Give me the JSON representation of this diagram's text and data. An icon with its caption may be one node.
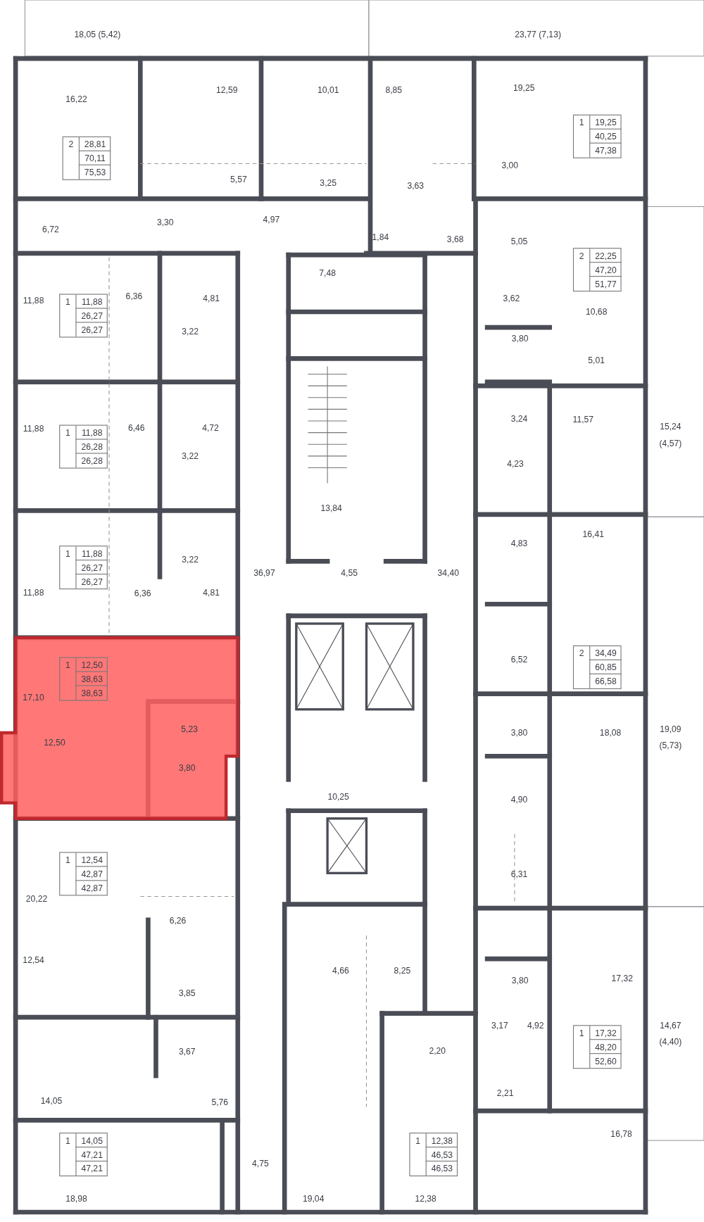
{
  "diagram": {
    "nodes": [
      {
        "text": [
          "2",
          "28,81",
          "70,11",
          "75,53"
        ]
      },
      {
        "text": [
          "1",
          "19,25",
          "40,25",
          "47,38"
        ]
      },
      {
        "text": [
          "2",
          "22,25",
          "47,20",
          "51,77"
        ]
      },
      {
        "text": [
          "1",
          "11,88",
          "26,27",
          "26,27"
        ]
      },
      {
        "text": [
          "1",
          "11,88",
          "26,28",
          "26,28"
        ]
      },
      {
        "text": [
          "1",
          "11,88",
          "26,27",
          "26,27"
        ]
      },
      {
        "text": [
          "2",
          "34,49",
          "60,85",
          "66,58"
        ]
      },
      {
        "text": [
          "1",
          "12,50",
          "38,63",
          "38,63"
        ]
      },
      {
        "text": [
          "1",
          "12,54",
          "42,87",
          "42,87"
        ]
      },
      {
        "text": [
          "1",
          "17,32",
          "48,20",
          "52,60"
        ]
      },
      {
        "text": [
          "1",
          "14,05",
          "47,21",
          "47,21"
        ]
      },
      {
        "text": [
          "1",
          "12,38",
          "46,53",
          "46,53"
        ]
      }
    ],
    "labels": [
      "18,05 (5,42)",
      "23,77 (7,13)",
      "16,22",
      "12,59",
      "10,01",
      "8,85",
      "19,25",
      "5,57",
      "3,25",
      "3,63",
      "3,00",
      "6,72",
      "3,30",
      "4,97",
      "1,84",
      "3,68",
      "5,05",
      "7,48",
      "11,88",
      "6,36",
      "4,81",
      "3,62",
      "10,68",
      "3,22",
      "3,80",
      "5,01",
      "3,24",
      "11,57",
      "11,88",
      "6,46",
      "4,72",
      "15,24 (4,57)",
      "3,22",
      "4,23",
      "13,84",
      "16,41",
      "3,22",
      "4,83",
      "36,97",
      "4,55",
      "34,40",
      "11,88",
      "6,36",
      "4,81",
      "6,52",
      "17,10",
      "5,23",
      "3,80",
      "18,08",
      "19,09 (5,73)",
      "12,50",
      "3,80",
      "10,25",
      "4,90",
      "6,31",
      "20,22",
      "6,26",
      "12,54",
      "4,66",
      "8,25",
      "3,85",
      "3,80",
      "17,32",
      "3,17",
      "4,92",
      "14,67 (4,40)",
      "3,67",
      "2,20",
      "2,21",
      "14,05",
      "5,76",
      "16,78",
      "4,75",
      "18,98",
      "19,04",
      "12,38"
    ]
  }
}
